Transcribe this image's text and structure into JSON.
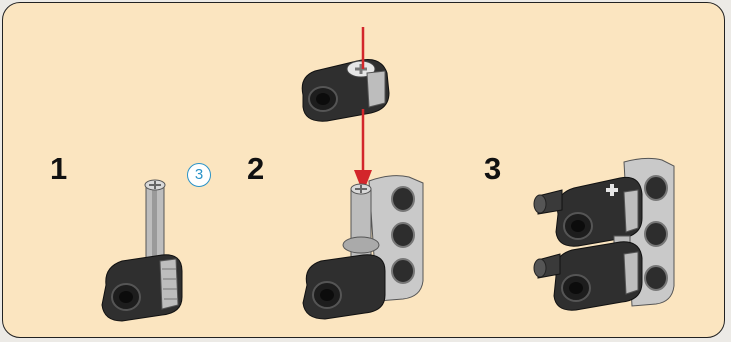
{
  "steps": [
    {
      "number": "1",
      "quantity": "3"
    },
    {
      "number": "2"
    },
    {
      "number": "3"
    }
  ],
  "colors": {
    "background": "#fbe5c0",
    "part_dark": "#2f2f2f",
    "part_light": "#bdbdbd",
    "arrow": "#d3262b",
    "badge": "#2a93c8"
  }
}
